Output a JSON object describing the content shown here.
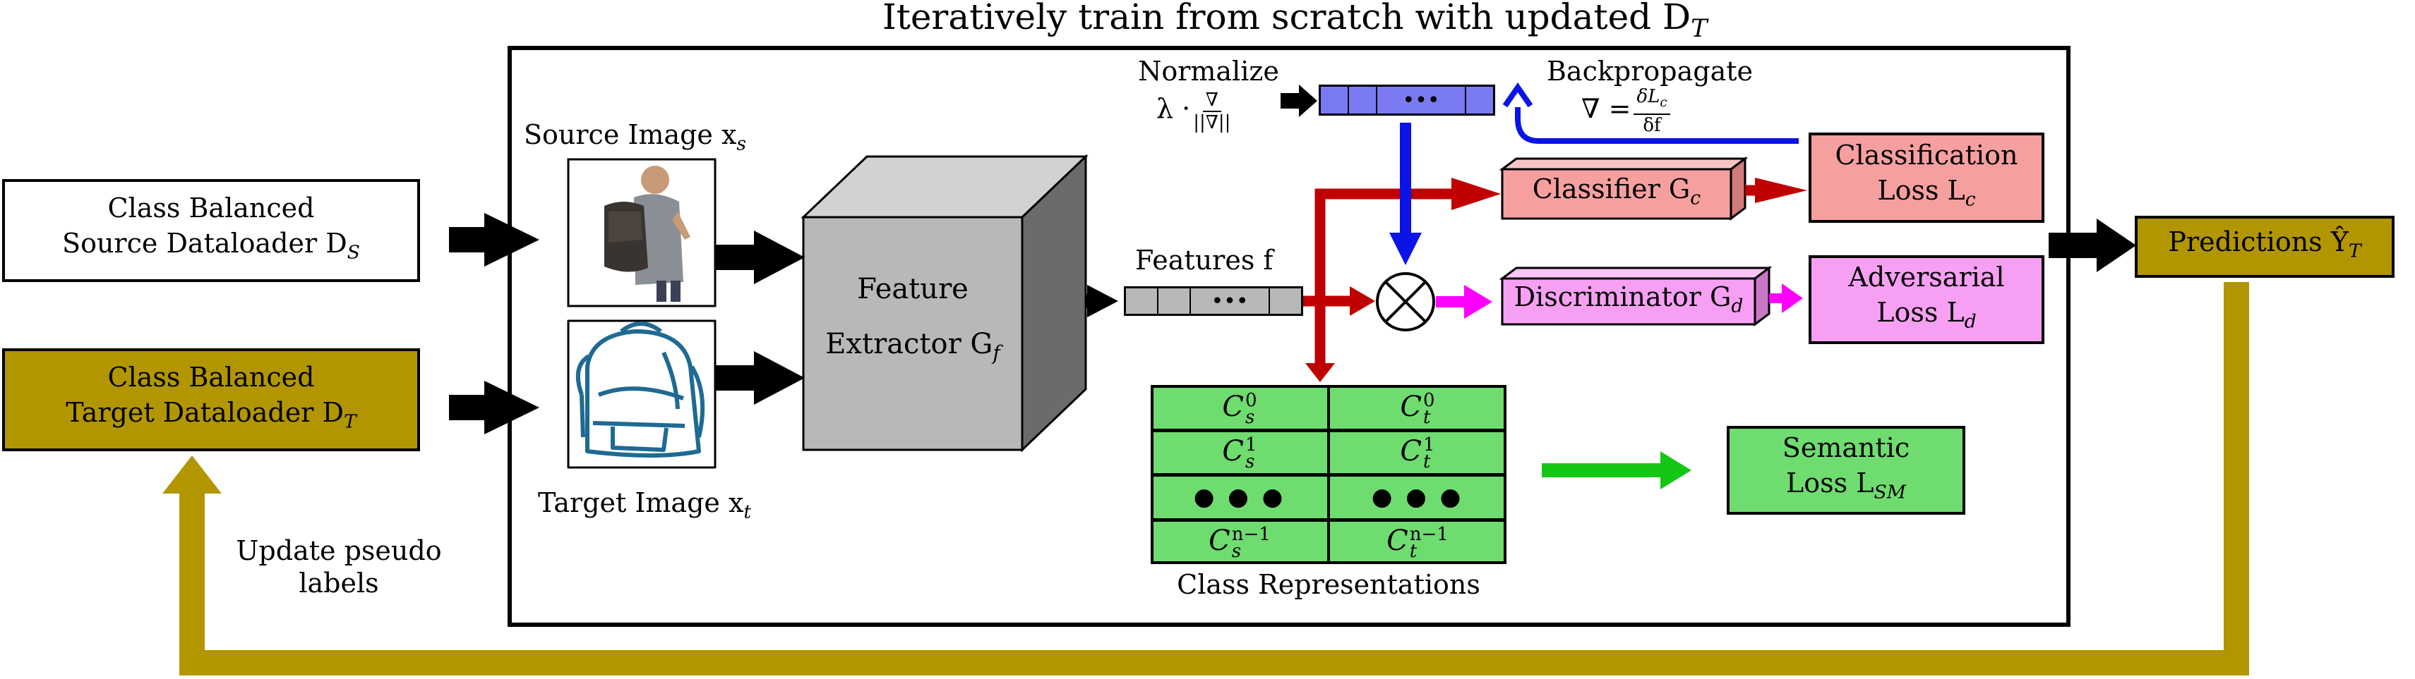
{
  "title": "Iteratively train from scratch with updated D",
  "title_sub": "T",
  "source_loader": {
    "line1": "Class Balanced",
    "line2": "Source Dataloader D",
    "sub": "S"
  },
  "target_loader": {
    "line1": "Class Balanced",
    "line2": "Target Dataloader D",
    "sub": "T"
  },
  "source_image": {
    "label": "Source Image x",
    "sub": "s"
  },
  "target_image": {
    "label": "Target Image x",
    "sub": "t"
  },
  "feature_extractor": {
    "line1": "Feature",
    "line2": "Extractor G",
    "sub": "f"
  },
  "features": {
    "label": "Features f",
    "dots": "•••"
  },
  "normalize": {
    "label": "Normalize",
    "formula_prefix": "λ ·",
    "num": "∇",
    "den": "||∇||"
  },
  "backprop": {
    "label": "Backpropagate",
    "formula_prefix": "∇ =",
    "num": "δL",
    "num_sub": "c",
    "den": "δf"
  },
  "grad_vector": {
    "dots": "•••"
  },
  "classifier": {
    "label": "Classifier G",
    "sub": "c"
  },
  "discriminator": {
    "label": "Discriminator G",
    "sub": "d"
  },
  "class_loss": {
    "line1": "Classification",
    "line2": "Loss L",
    "sub": "c"
  },
  "adv_loss": {
    "line1": "Adversarial",
    "line2": "Loss L",
    "sub": "d"
  },
  "semantic_loss": {
    "line1": "Semantic",
    "line2": "Loss L",
    "sub": "SM"
  },
  "predictions": {
    "label": "Predictions Ŷ",
    "sub": "T"
  },
  "update_labels": {
    "line1": "Update pseudo",
    "line2": "labels"
  },
  "class_repr": {
    "caption": "Class Representations",
    "rows": [
      {
        "left": "C",
        "left_sub": "s",
        "left_sup": "0",
        "right": "C",
        "right_sub": "t",
        "right_sup": "0"
      },
      {
        "left": "C",
        "left_sub": "s",
        "left_sup": "1",
        "right": "C",
        "right_sub": "t",
        "right_sup": "1"
      },
      {
        "left": "●  ●  ●",
        "right": "●  ●  ●"
      },
      {
        "left": "C",
        "left_sub": "s",
        "left_sup": "n−1",
        "right": "C",
        "right_sub": "t",
        "right_sup": "n−1"
      }
    ]
  },
  "colors": {
    "olive": "#b29600",
    "gray_box": "#b8b8b8",
    "classifier_fill": "#f5a09f",
    "discriminator_fill": "#f7a0f3",
    "green_fill": "#6fdc70",
    "red_arrow": "#c00000",
    "blue_arrow": "#0a14e6",
    "magenta_arrow": "#ff00ff",
    "green_arrow": "#15c715",
    "vector_blue": "#7a7af2"
  }
}
